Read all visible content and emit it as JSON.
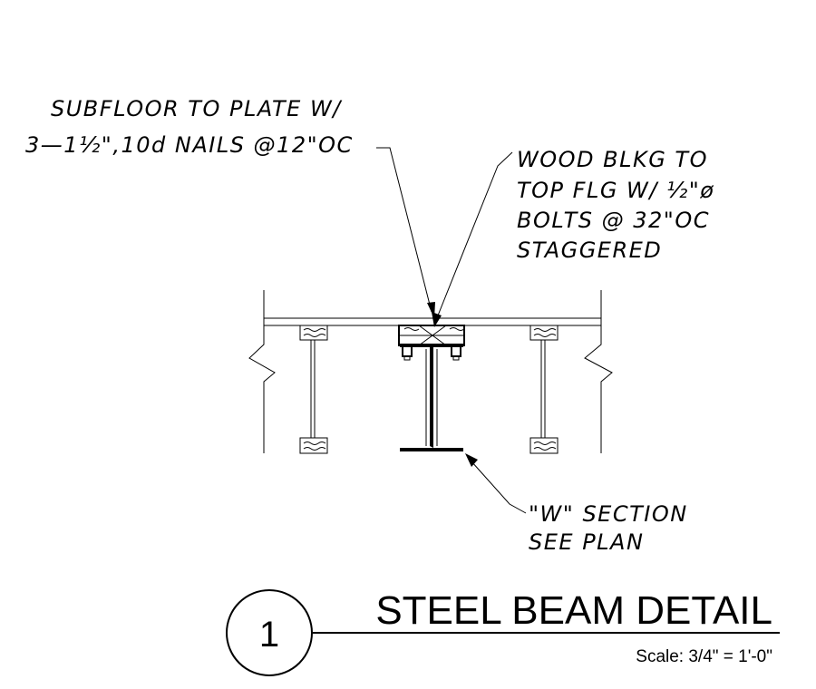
{
  "notes": {
    "subfloor": [
      "SUBFLOOR TO PLATE W/",
      "3—1½\",10d NAILS @12\"OC"
    ],
    "blocking": [
      "WOOD BLKG TO",
      "TOP FLG W/ ½\"ø",
      "BOLTS @ 32\"OC",
      "STAGGERED"
    ],
    "section": [
      "\"W\" SECTION",
      "SEE PLAN"
    ]
  },
  "title_block": {
    "number": "1",
    "title": "STEEL BEAM DETAIL",
    "scale": "Scale: 3/4\" = 1'-0\""
  }
}
